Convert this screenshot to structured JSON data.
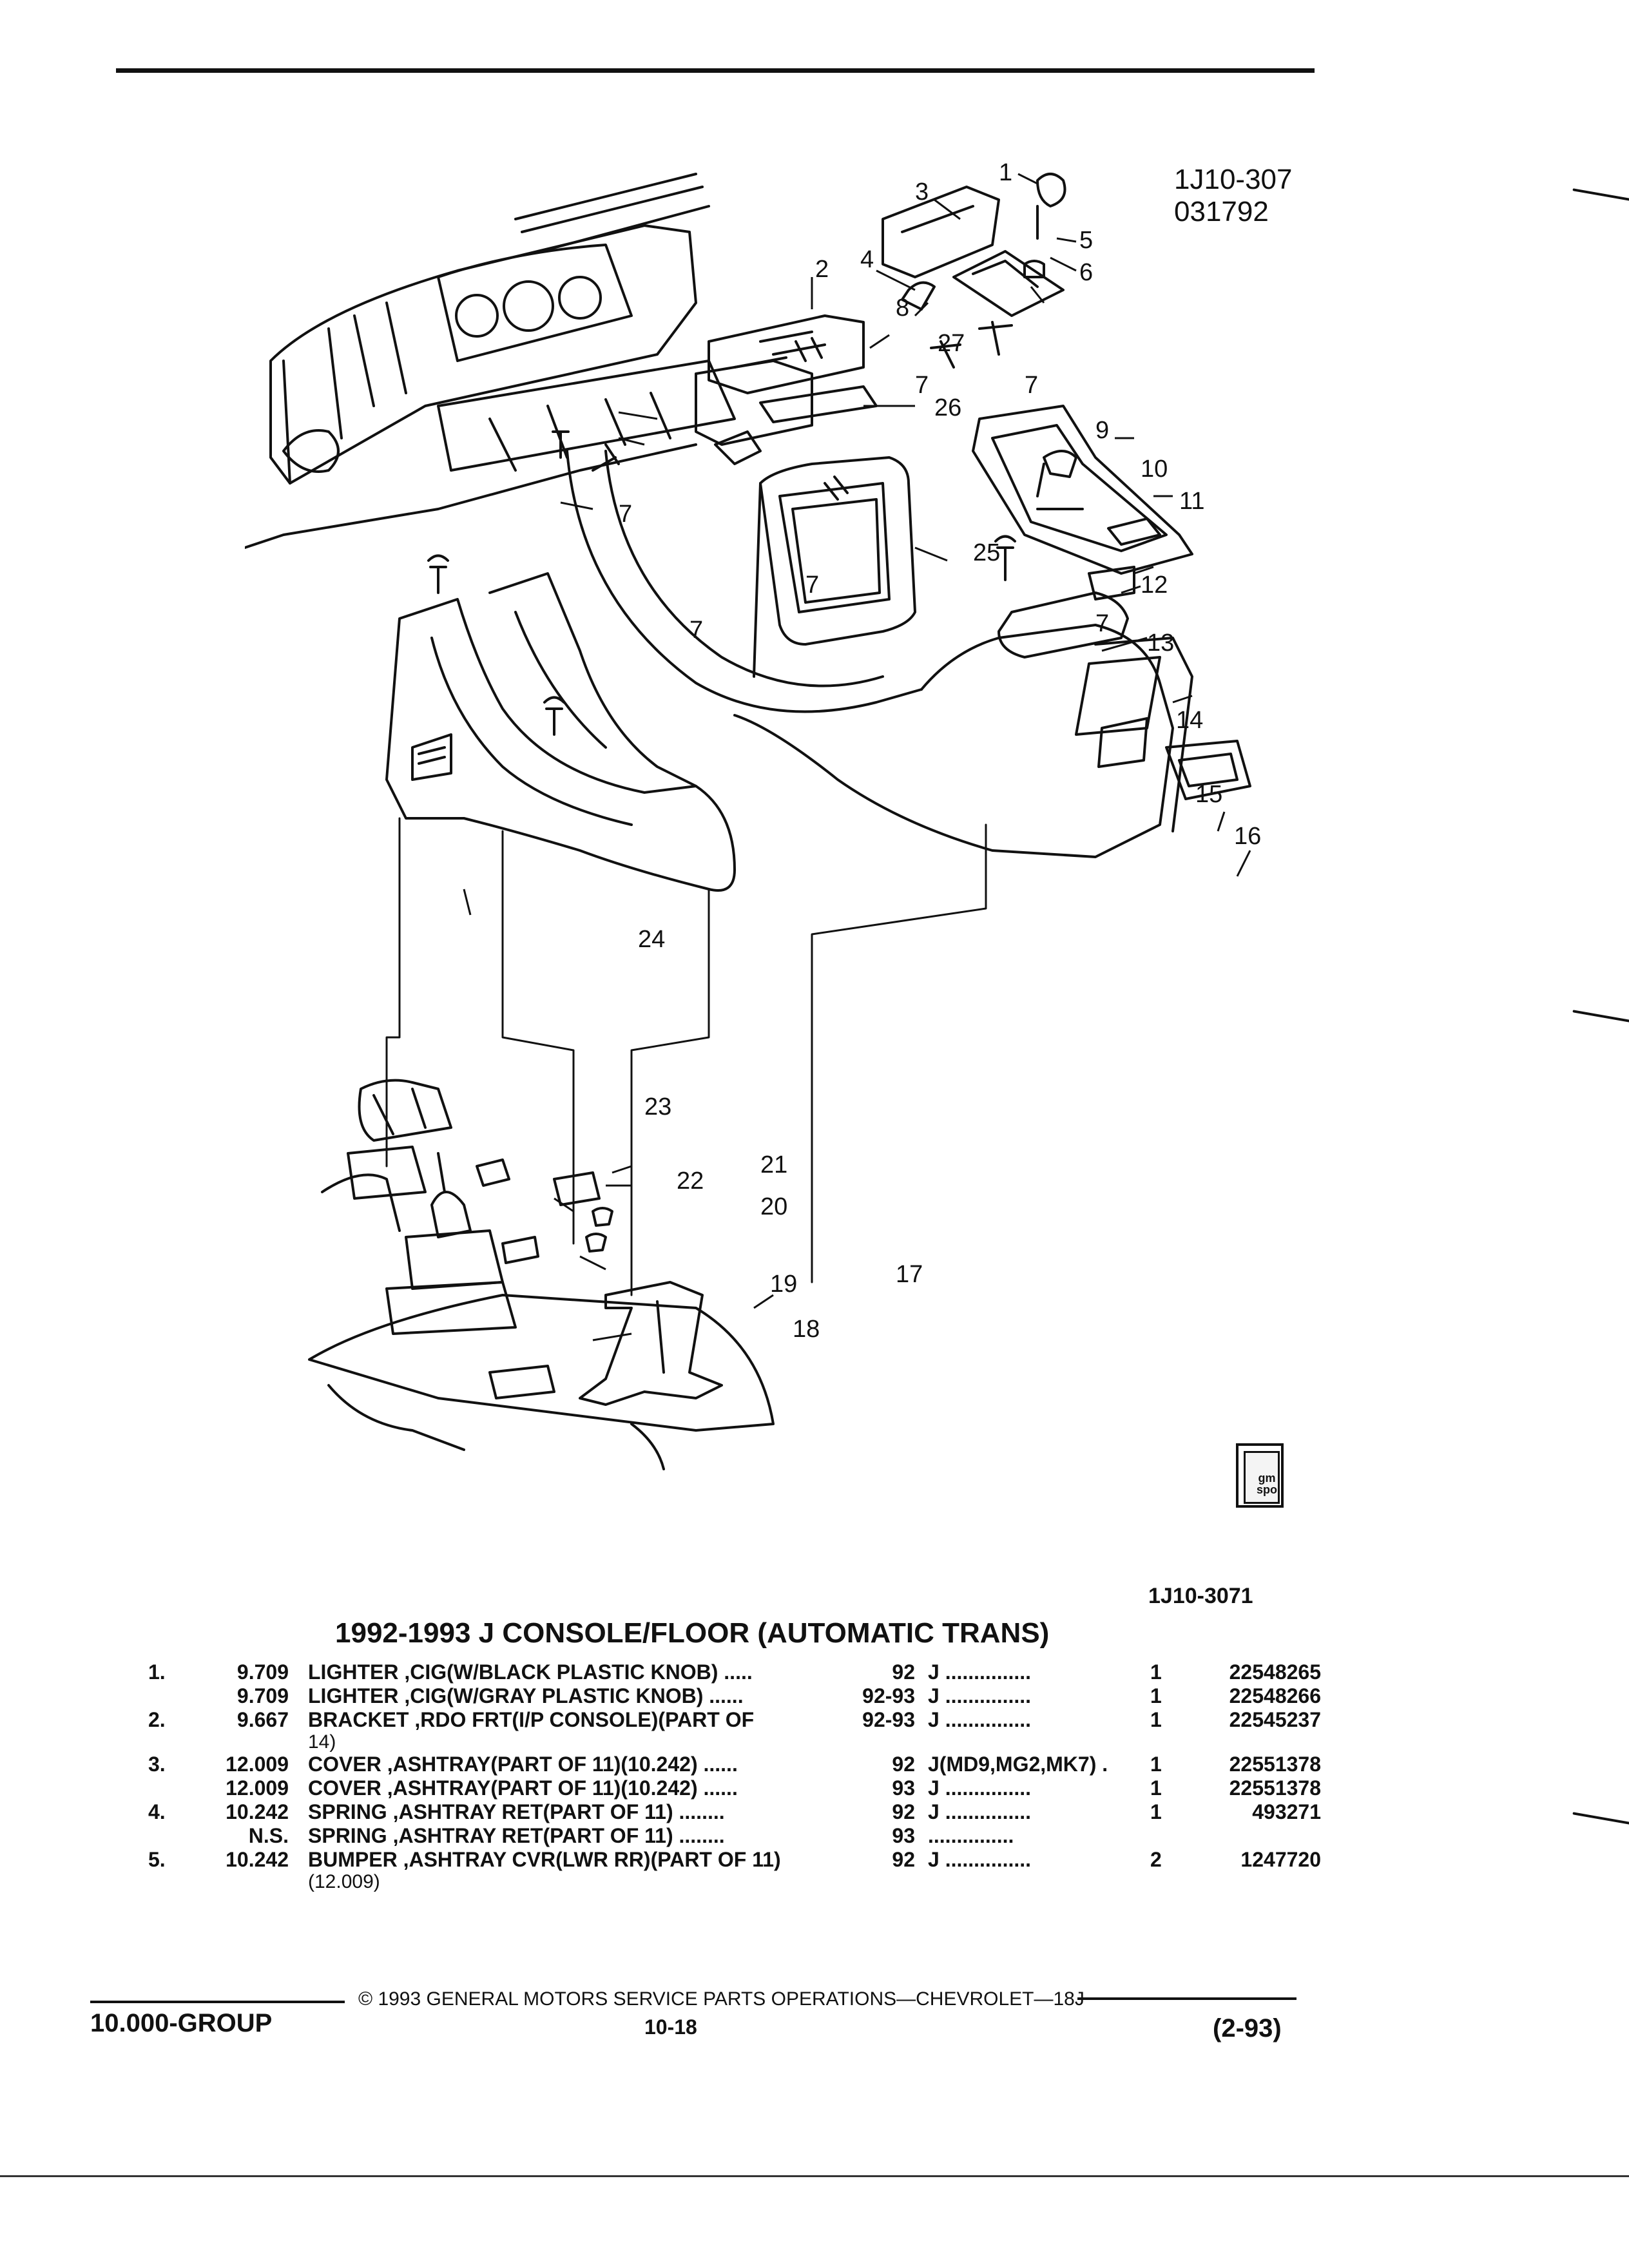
{
  "diagram": {
    "id_line1": "1J10-307",
    "id_line2": "031792",
    "callouts": [
      "1",
      "2",
      "3",
      "4",
      "5",
      "6",
      "7",
      "8",
      "9",
      "10",
      "11",
      "12",
      "13",
      "14",
      "15",
      "16",
      "17",
      "18",
      "19",
      "20",
      "21",
      "22",
      "23",
      "24",
      "25",
      "26",
      "27"
    ],
    "logo_text": "gm spo"
  },
  "reference_code": "1J10-3071",
  "section_title": "1992-1993 J CONSOLE/FLOOR (AUTOMATIC TRANS)",
  "parts": [
    {
      "item": "1.",
      "group": "9.709",
      "desc": "LIGHTER ,CIG(W/BLACK PLASTIC KNOB)  .....",
      "years": "92",
      "series": "J  ...............",
      "qty": "1",
      "part": "22548265",
      "cont": ""
    },
    {
      "item": "",
      "group": "9.709",
      "desc": "LIGHTER ,CIG(W/GRAY PLASTIC KNOB)  ......",
      "years": "92-93",
      "series": "J  ...............",
      "qty": "1",
      "part": "22548266",
      "cont": ""
    },
    {
      "item": "2.",
      "group": "9.667",
      "desc": "BRACKET ,RDO FRT(I/P CONSOLE)(PART OF",
      "years": "92-93",
      "series": "J  ...............",
      "qty": "1",
      "part": "22545237",
      "cont": "14)"
    },
    {
      "item": "3.",
      "group": "12.009",
      "desc": "COVER ,ASHTRAY(PART OF 11)(10.242)  ......",
      "years": "92",
      "series": "J(MD9,MG2,MK7)  .",
      "qty": "1",
      "part": "22551378",
      "cont": ""
    },
    {
      "item": "",
      "group": "12.009",
      "desc": "COVER ,ASHTRAY(PART OF 11)(10.242)  ......",
      "years": "93",
      "series": "J  ...............",
      "qty": "1",
      "part": "22551378",
      "cont": ""
    },
    {
      "item": "4.",
      "group": "10.242",
      "desc": "SPRING ,ASHTRAY RET(PART OF 11)  ........",
      "years": "92",
      "series": "J  ...............",
      "qty": "1",
      "part": "493271",
      "cont": ""
    },
    {
      "item": "",
      "group": "N.S.",
      "desc": "SPRING ,ASHTRAY RET(PART OF 11)  ........",
      "years": "93",
      "series": "...............",
      "qty": "",
      "part": "",
      "cont": ""
    },
    {
      "item": "5.",
      "group": "10.242",
      "desc": "BUMPER ,ASHTRAY CVR(LWR RR)(PART OF 11)",
      "years": "92",
      "series": "J  ...............",
      "qty": "2",
      "part": "1247720",
      "cont": "(12.009)"
    }
  ],
  "footer": {
    "copyright": "© 1993  GENERAL MOTORS SERVICE PARTS OPERATIONS—CHEVROLET—18J",
    "group": "10.000-GROUP",
    "page": "10-18",
    "date": "(2-93)"
  }
}
